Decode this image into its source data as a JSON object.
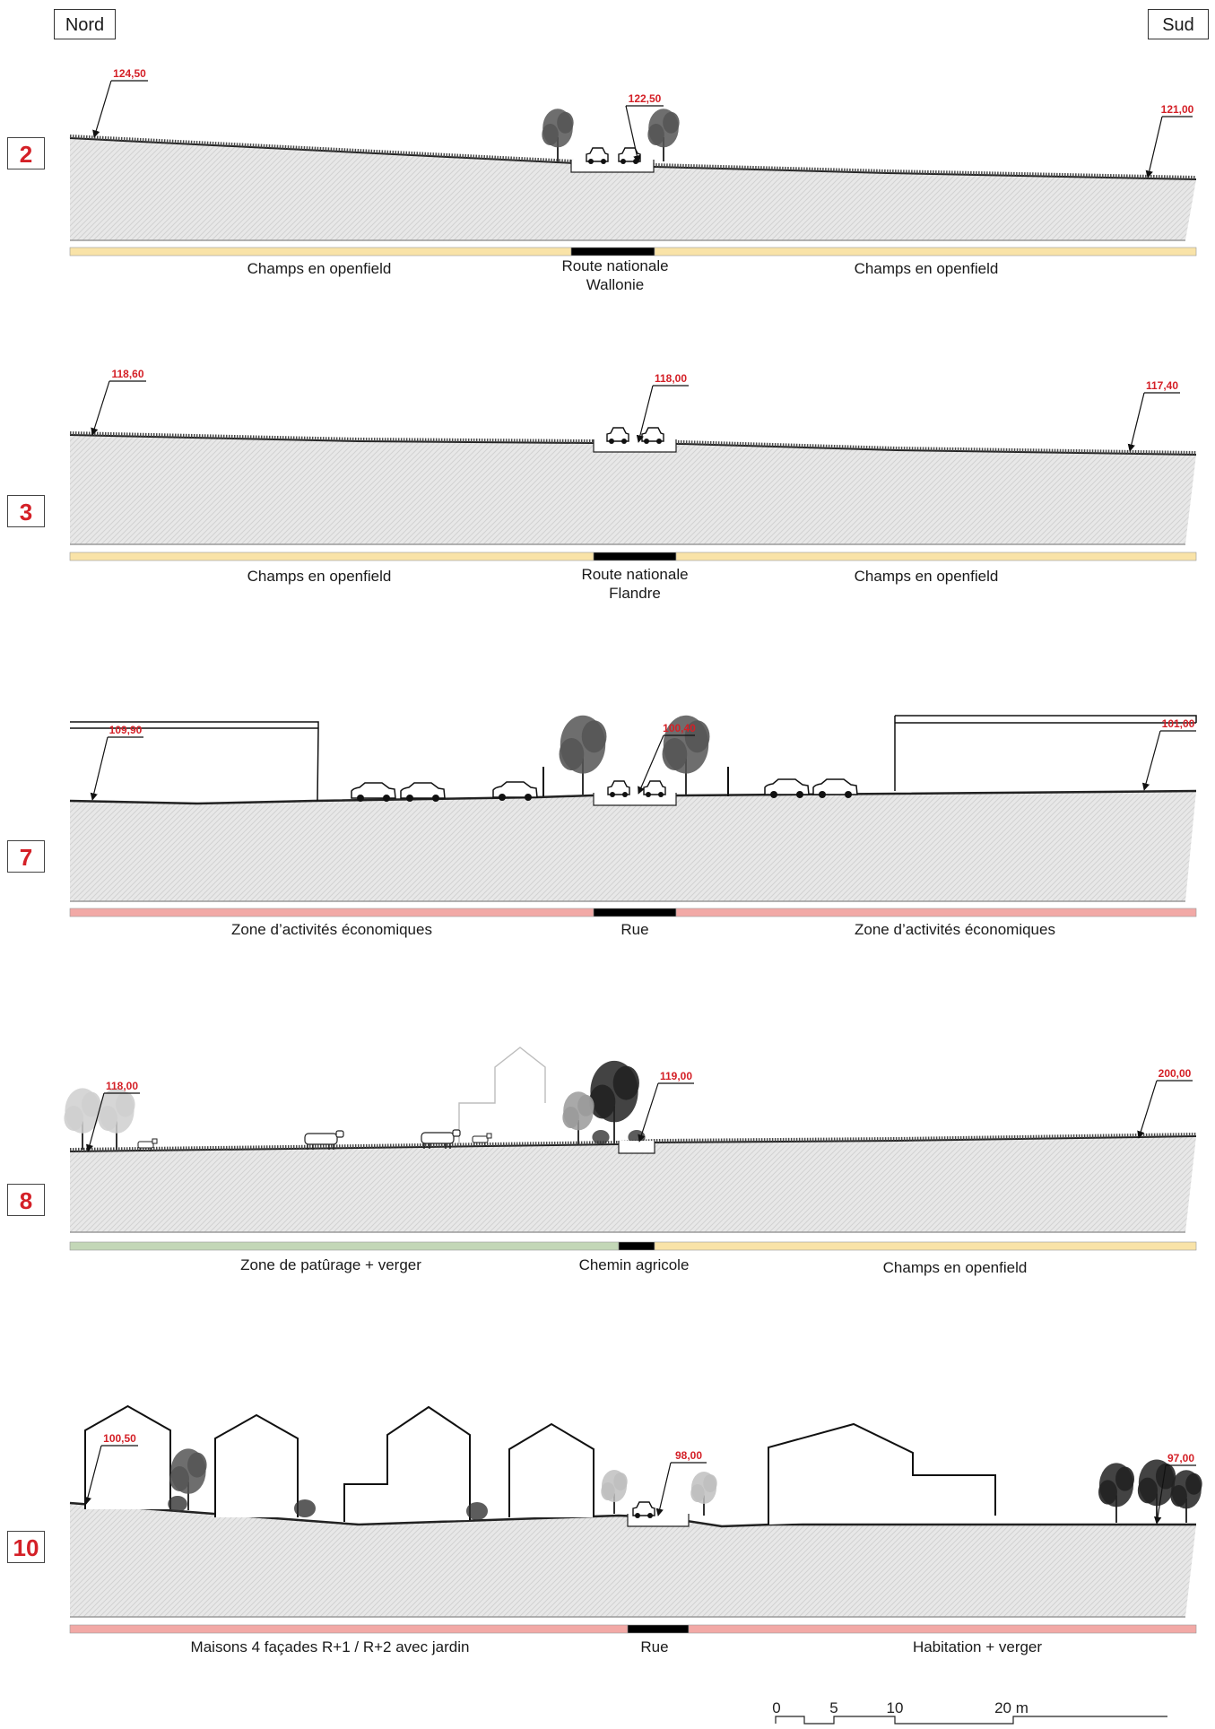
{
  "orientation": {
    "left": "Nord",
    "right": "Sud"
  },
  "colors": {
    "champs": "#f9e3a8",
    "zone_eco": "#f2a9a6",
    "paturage": "#c3d7b7",
    "route": "#000000",
    "elevation": "#d42027",
    "badge": "#d42027",
    "ground": "#e6e6e6"
  },
  "sections": [
    {
      "id": "2",
      "elevations": [
        "124,50",
        "122,50",
        "121,00"
      ],
      "zones": [
        {
          "label": "Champs en openfield",
          "kind": "champs"
        },
        {
          "label": "Route nationale\nWallonie",
          "kind": "route"
        },
        {
          "label": "Champs en openfield",
          "kind": "champs"
        }
      ]
    },
    {
      "id": "3",
      "elevations": [
        "118,60",
        "118,00",
        "117,40"
      ],
      "zones": [
        {
          "label": "Champs en openfield",
          "kind": "champs"
        },
        {
          "label": "Route nationale\nFlandre",
          "kind": "route"
        },
        {
          "label": "Champs en openfield",
          "kind": "champs"
        }
      ]
    },
    {
      "id": "7",
      "elevations": [
        "109,90",
        "100,40",
        "101,00"
      ],
      "zones": [
        {
          "label": "Zone d’activités économiques",
          "kind": "zone_eco"
        },
        {
          "label": "Rue",
          "kind": "route"
        },
        {
          "label": "Zone d’activités économiques",
          "kind": "zone_eco"
        }
      ]
    },
    {
      "id": "8",
      "elevations": [
        "118,00",
        "119,00",
        "200,00"
      ],
      "zones": [
        {
          "label": "Zone de patûrage + verger",
          "kind": "paturage"
        },
        {
          "label": "Chemin agricole",
          "kind": "route"
        },
        {
          "label": "Champs en openfield",
          "kind": "champs"
        }
      ]
    },
    {
      "id": "10",
      "elevations": [
        "100,50",
        "98,00",
        "97,00"
      ],
      "zones": [
        {
          "label": "Maisons 4 façades R+1 / R+2 avec jardin",
          "kind": "zone_eco"
        },
        {
          "label": "Rue",
          "kind": "route"
        },
        {
          "label": "Habitation + verger",
          "kind": "zone_eco"
        }
      ]
    }
  ],
  "scale_bar": {
    "ticks": [
      "0",
      "5",
      "10",
      "20 m"
    ]
  }
}
